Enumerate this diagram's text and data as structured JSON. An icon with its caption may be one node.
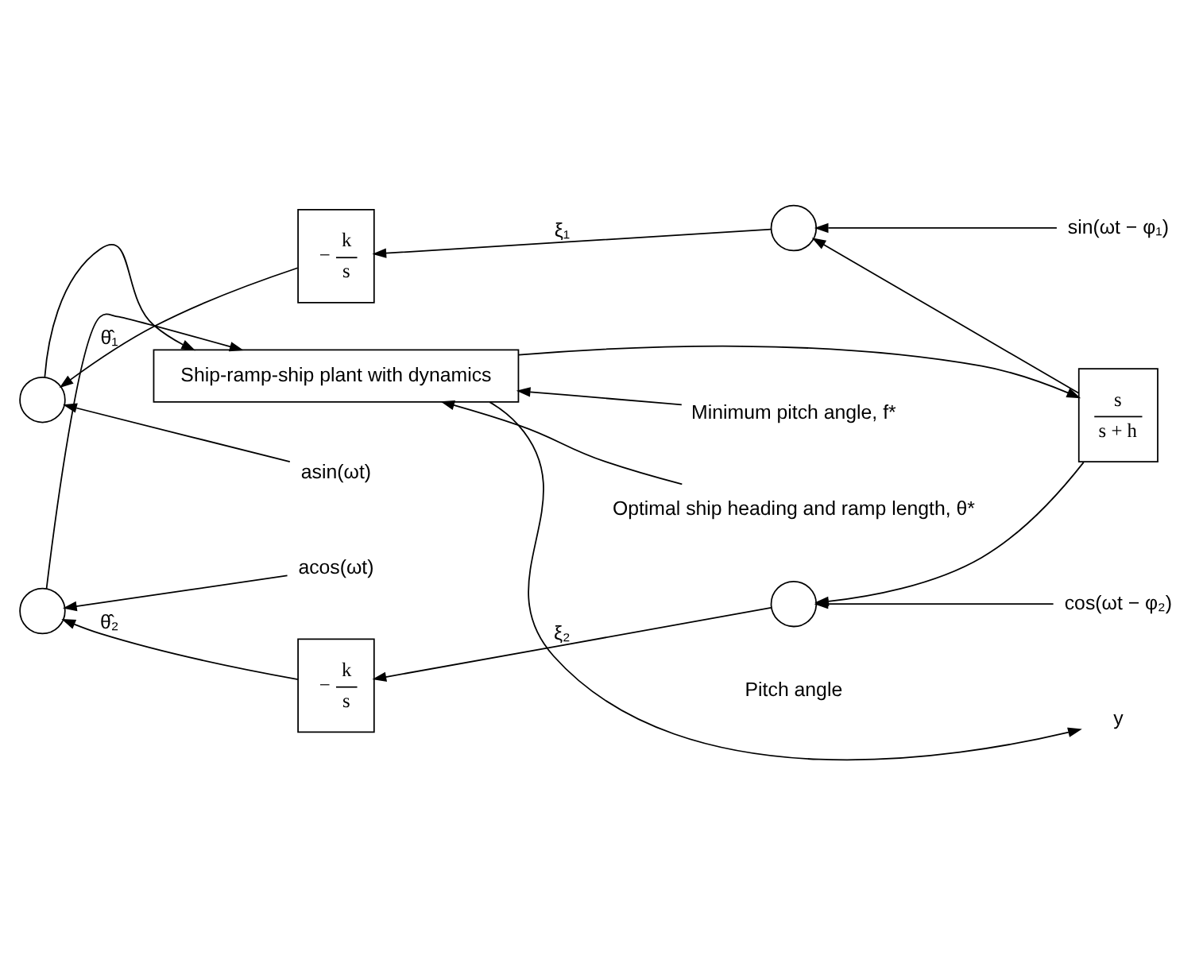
{
  "diagram": {
    "nodes": [
      {
        "text": [
          "Optimal ship heading and ramp length, θ*"
        ]
      },
      {
        "text": [
          "Minimum pitch angle, f*"
        ]
      },
      {
        "text": [
          "Ship-ramp-ship plant with dynamics"
        ]
      },
      {
        "text": [],
        "shape": "circle"
      },
      {
        "text": [
          "−",
          "k",
          "s"
        ]
      },
      {
        "text": [],
        "shape": "circle"
      },
      {
        "text": [
          "s",
          "s + h"
        ]
      },
      {
        "text": [
          "asin(ωt)"
        ]
      },
      {
        "text": [
          "sin(ωt − φ₁)"
        ]
      },
      {
        "text": [],
        "shape": "circle"
      },
      {
        "text": [
          "−",
          "k",
          "s"
        ]
      },
      {
        "text": [],
        "shape": "circle"
      },
      {
        "text": [
          "acos(ωt)"
        ]
      },
      {
        "text": [
          "cos(ωt − φ₂)"
        ]
      }
    ],
    "edges": [
      {
        "from": 0,
        "to": 2,
        "arrow": "to"
      },
      {
        "from": 1,
        "to": 2,
        "arrow": "to"
      },
      {
        "from": 2,
        "to": null,
        "arrow": "to",
        "label": "Pitch angle"
      },
      {
        "from": 2,
        "to": 6,
        "arrow": "to"
      },
      {
        "from": 6,
        "to": 5,
        "arrow": "to"
      },
      {
        "from": 6,
        "to": 11,
        "arrow": "to"
      },
      {
        "from": 8,
        "to": 5,
        "arrow": "to"
      },
      {
        "from": 13,
        "to": 11,
        "arrow": "to"
      },
      {
        "from": 5,
        "to": 4,
        "arrow": "to",
        "label": "ξ₁"
      },
      {
        "from": 11,
        "to": 10,
        "arrow": "to",
        "label": "ξ₂"
      },
      {
        "from": 4,
        "to": 3,
        "arrow": "to",
        "label": "θ̂₁"
      },
      {
        "from": 10,
        "to": 9,
        "arrow": "to",
        "label": "θ̂₂"
      },
      {
        "from": 7,
        "to": 3,
        "arrow": "to"
      },
      {
        "from": 12,
        "to": 9,
        "arrow": "to"
      },
      {
        "from": 3,
        "to": 2,
        "arrow": "to"
      },
      {
        "from": 9,
        "to": 2,
        "arrow": "to"
      }
    ],
    "labels": [
      "y"
    ]
  }
}
